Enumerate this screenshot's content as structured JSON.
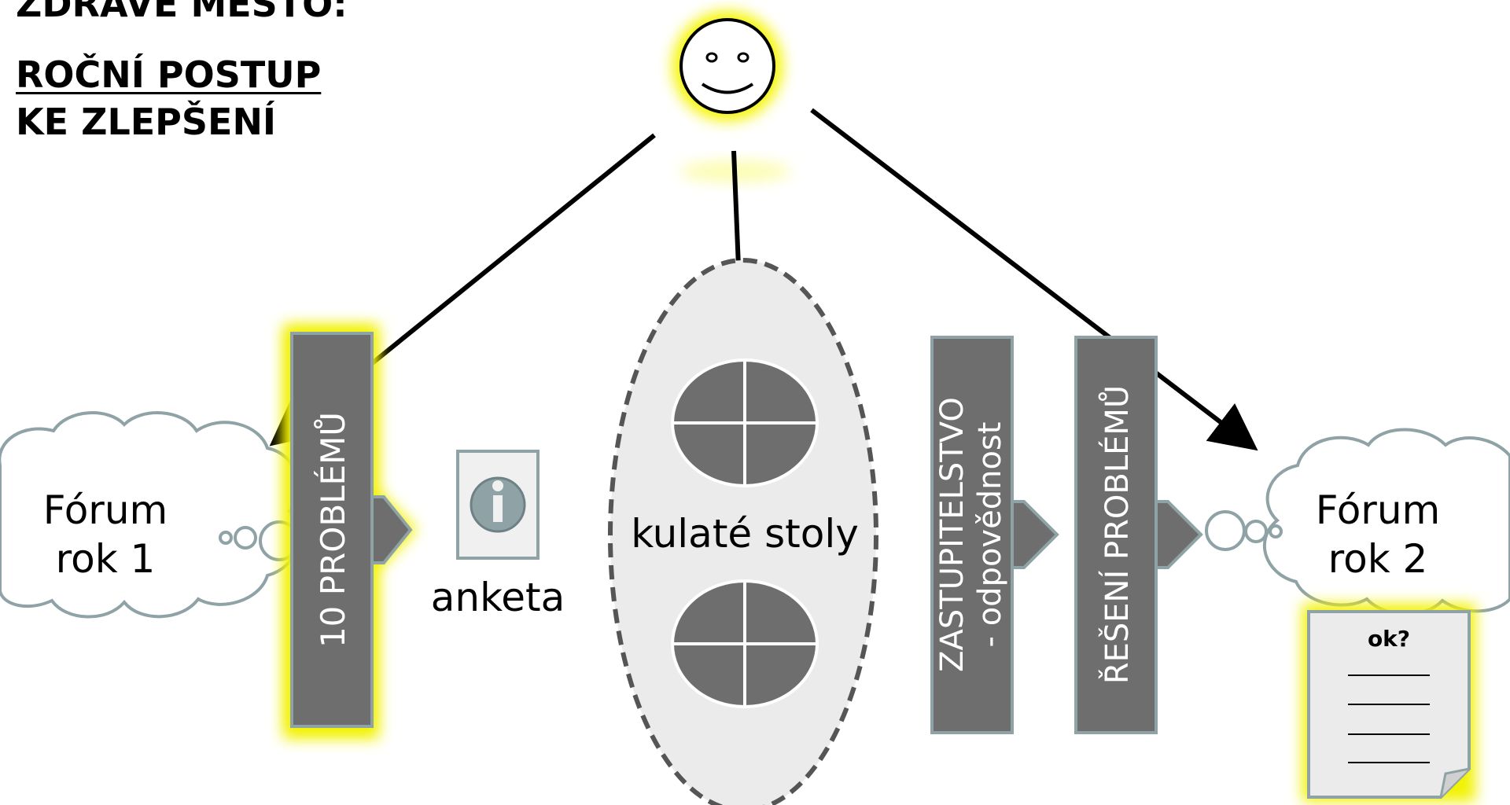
{
  "titles": {
    "line1": "ZDRAVÉ MĚSTO:",
    "line2": "ROČNÍ POSTUP",
    "line3": "KE ZLEPŠENÍ"
  },
  "forum1": {
    "line1": "Fórum",
    "line2": "rok 1"
  },
  "forum2": {
    "line1": "Fórum",
    "line2": "rok 2"
  },
  "bar_problems": "10 PROBLÉMŮ",
  "anketa_label": "anketa",
  "round_tables_label": "kulaté stoly",
  "bar_council_line1": "ZASTUPITELSTVO",
  "bar_council_line2": "- odpovědnost",
  "bar_solution": "ŘEŠENÍ PROBLÉMŮ",
  "note_label": "ok?",
  "icons": {
    "smiley": "smiley-face-icon",
    "info": "info-icon",
    "round_table": "round-table-icon",
    "document": "document-icon",
    "thought_bubble": "thought-cloud-icon"
  },
  "colors": {
    "bar_fill": "#6e6e6e",
    "bar_border": "#8fa3a6",
    "glow": "#f2f200",
    "cloud_stroke": "#8fa3a6",
    "ellipse_fill": "#ebebeb",
    "table_fill": "#6e6e6e"
  }
}
